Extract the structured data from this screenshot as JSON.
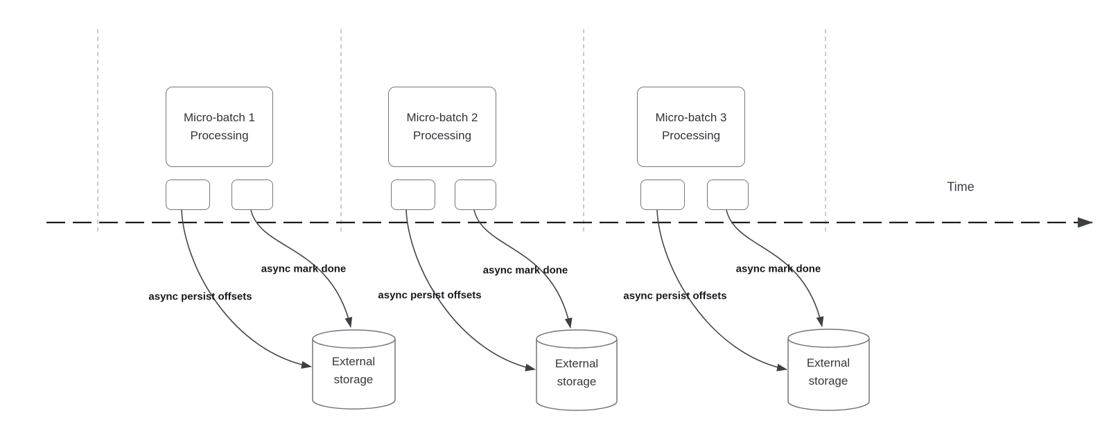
{
  "time_axis": {
    "label": "Time"
  },
  "batches": [
    {
      "title_line1": "Micro-batch 1",
      "title_line2": "Processing",
      "persist_label": "async persist offsets",
      "done_label": "async mark done",
      "storage_line1": "External",
      "storage_line2": "storage"
    },
    {
      "title_line1": "Micro-batch 2",
      "title_line2": "Processing",
      "persist_label": "async persist offsets",
      "done_label": "async mark done",
      "storage_line1": "External",
      "storage_line2": "storage"
    },
    {
      "title_line1": "Micro-batch 3",
      "title_line2": "Processing",
      "persist_label": "async persist offsets",
      "done_label": "async mark done",
      "storage_line1": "External",
      "storage_line2": "storage"
    }
  ],
  "colors": {
    "edge_stroke": "#3f444c",
    "timeline_stroke": "#1b1d21",
    "gridline_stroke": "#b3b3b3",
    "shape_border": "#70757c",
    "shape_text": "#2f3338",
    "edge_label_text": "#15181d",
    "background": "#ffffff"
  }
}
